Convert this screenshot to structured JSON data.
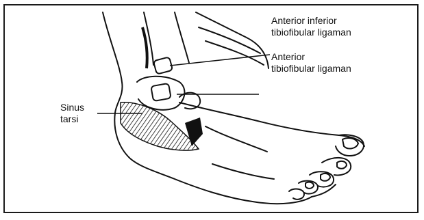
{
  "labels": {
    "anterior_inferior": {
      "line1": "Anterior inferior",
      "line2": "tibiofibular ligaman"
    },
    "anterior": {
      "line1": "Anterior",
      "line2": "tibiofibular ligaman"
    },
    "sinus_tarsi": {
      "line1": "Sinus",
      "line2": "tarsi"
    }
  },
  "colors": {
    "ink": "#111111",
    "frame": "#1a1a1a",
    "background": "#ffffff"
  }
}
